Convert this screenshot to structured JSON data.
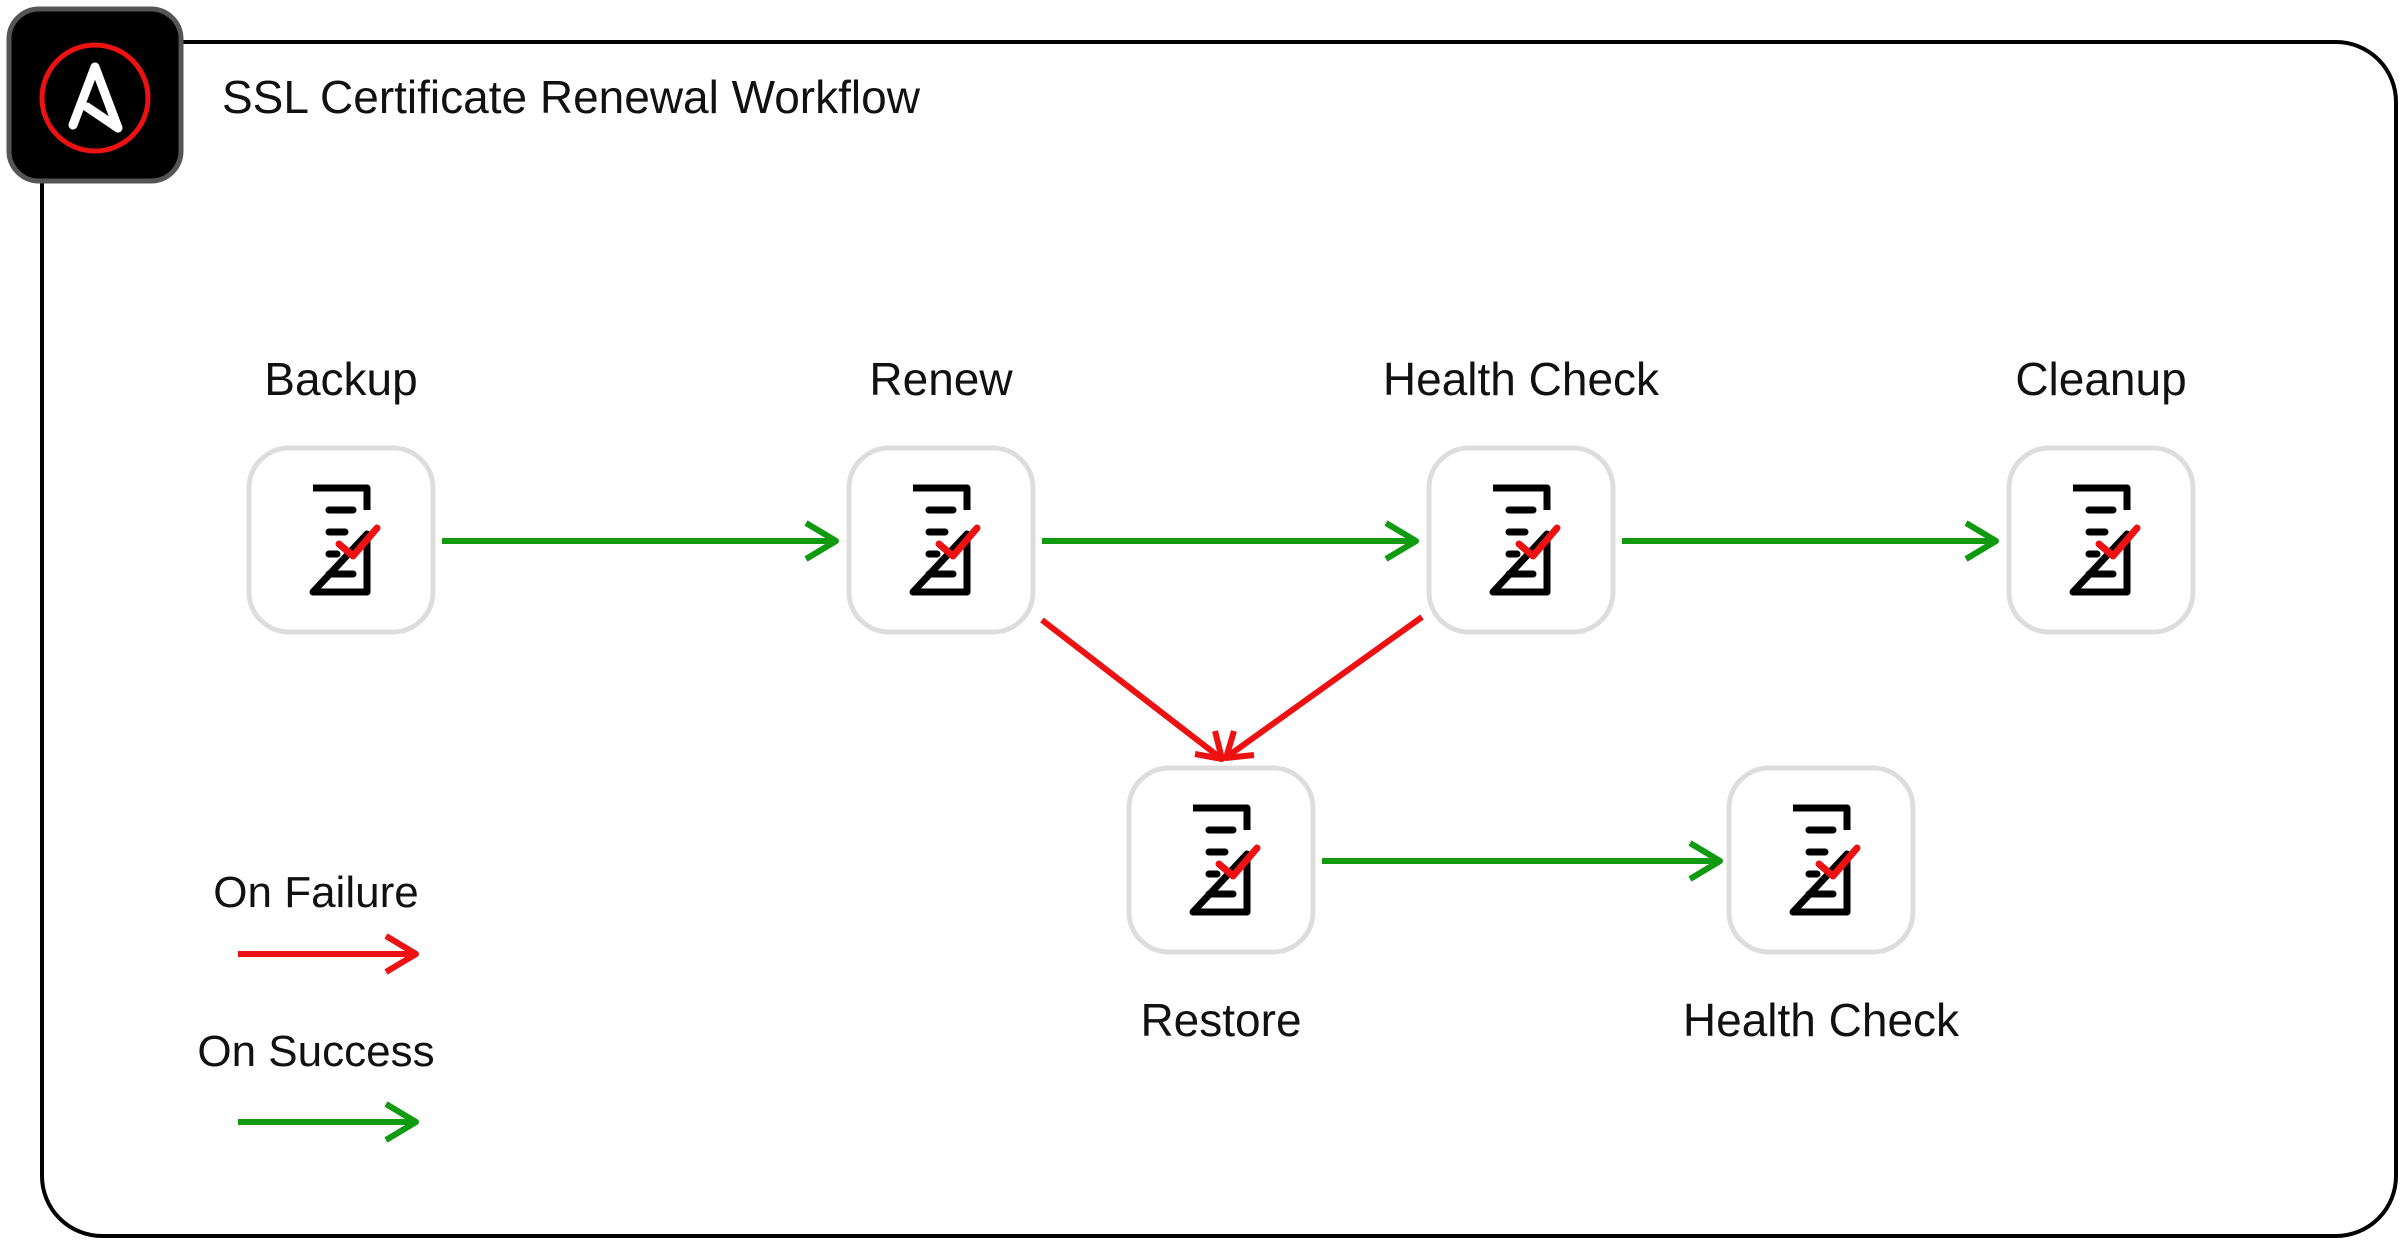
{
  "title": "SSL Certificate Renewal Workflow",
  "logo_icon": "ansible-logo",
  "colors": {
    "success": "#0f9a0f",
    "failure": "#ee1111",
    "node_border": "#dddddd",
    "logo_bg": "#000000",
    "logo_ring": "#ee1111"
  },
  "nodes": {
    "backup": {
      "label": "Backup",
      "icon": "checklist-icon"
    },
    "renew": {
      "label": "Renew",
      "icon": "checklist-icon"
    },
    "health_check_1": {
      "label": "Health Check",
      "icon": "checklist-icon"
    },
    "cleanup": {
      "label": "Cleanup",
      "icon": "checklist-icon"
    },
    "restore": {
      "label": "Restore",
      "icon": "checklist-icon"
    },
    "health_check_2": {
      "label": "Health Check",
      "icon": "checklist-icon"
    }
  },
  "edges": [
    {
      "from": "Backup",
      "to": "Renew",
      "type": "success"
    },
    {
      "from": "Renew",
      "to": "Health Check",
      "type": "success"
    },
    {
      "from": "Health Check",
      "to": "Cleanup",
      "type": "success"
    },
    {
      "from": "Renew",
      "to": "Restore",
      "type": "failure"
    },
    {
      "from": "Health Check",
      "to": "Restore",
      "type": "failure"
    },
    {
      "from": "Restore",
      "to": "Health Check",
      "type": "success"
    }
  ],
  "legend": {
    "failure_label": "On Failure",
    "success_label": "On Success"
  }
}
